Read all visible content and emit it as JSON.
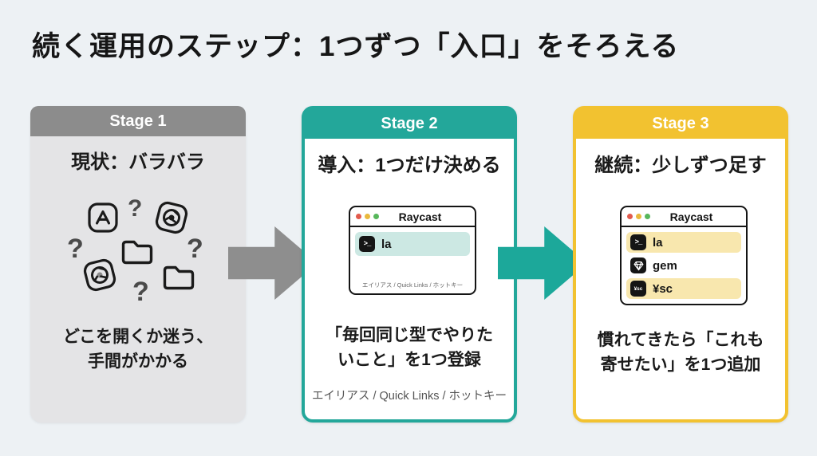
{
  "page": {
    "title": "続く運用のステップ：1つずつ「入口」をそろえる",
    "background_color": "#EDF1F4"
  },
  "arrows": [
    {
      "name": "arrow-stage1-to-stage2",
      "color": "#8E8E8E"
    },
    {
      "name": "arrow-stage2-to-stage3",
      "color": "#1CA89A"
    }
  ],
  "stages": [
    {
      "label": "Stage 1",
      "header_color": "#8C8C8C",
      "body_color": "#E4E4E6",
      "subtitle": "現状：バラバラ",
      "icons": [
        "app-store-icon",
        "question-mark",
        "chrome-icon",
        "folder-icon",
        "question-mark",
        "question-mark",
        "chrome-icon",
        "question-mark",
        "folder-icon"
      ],
      "question_marks": [
        "?",
        "?",
        "?",
        "?"
      ],
      "description_line1": "どこを開くか迷う、",
      "description_line2": "手間がかかる"
    },
    {
      "label": "Stage 2",
      "accent_color": "#23A79A",
      "subtitle": "導入：1つだけ決める",
      "window": {
        "title": "Raycast",
        "rows": [
          {
            "icon": "terminal-prompt-icon",
            "text": "la"
          }
        ],
        "footer": "エイリアス / Quick Links / ホットキー"
      },
      "description_line1": "「毎回同じ型でやりた",
      "description_line2": "いこと」を1つ登録",
      "footnote": "エイリアス / Quick Links / ホットキー"
    },
    {
      "label": "Stage 3",
      "accent_color": "#F2C230",
      "subtitle": "継続：少しずつ足す",
      "window": {
        "title": "Raycast",
        "rows": [
          {
            "icon": "terminal-prompt-icon",
            "text": "la"
          },
          {
            "icon": "gem-icon",
            "text": "gem"
          },
          {
            "icon": "yen-sc-icon",
            "text": "¥sc"
          }
        ]
      },
      "description_line1": "慣れてきたら「これも",
      "description_line2": "寄せたい」を1つ追加"
    }
  ]
}
